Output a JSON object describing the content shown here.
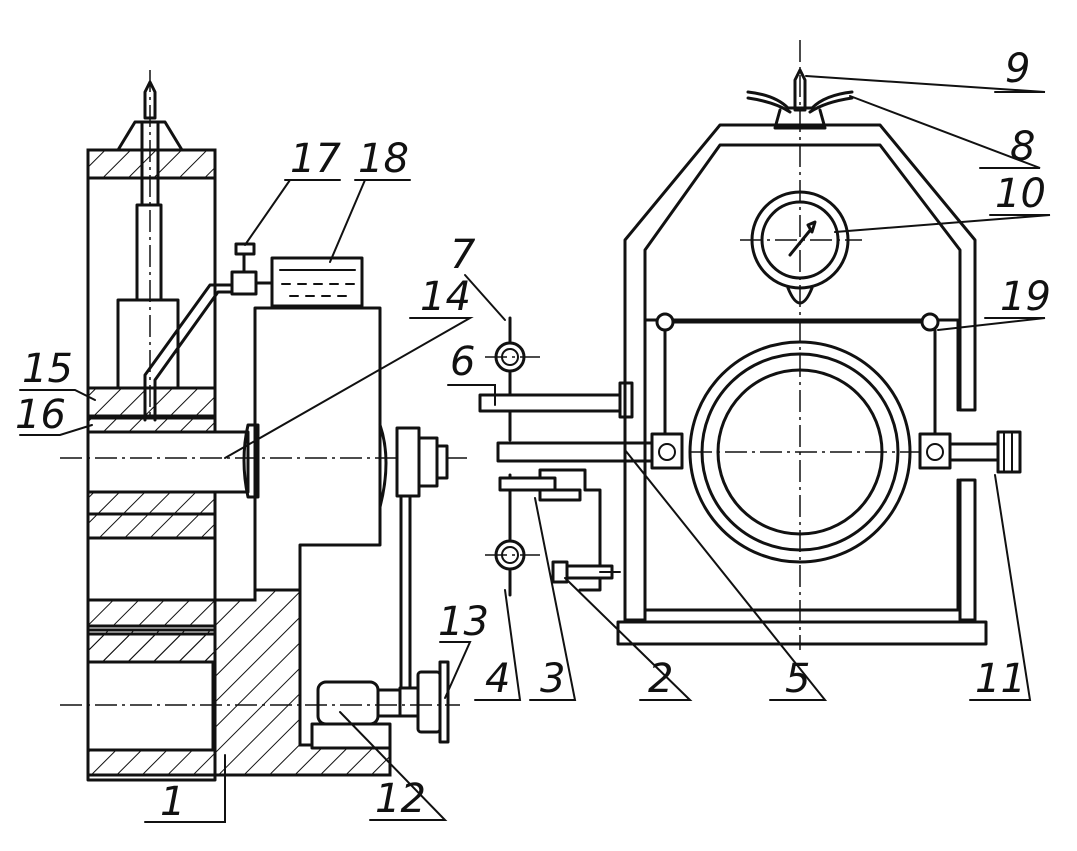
{
  "labels": {
    "l1": "1",
    "l2": "2",
    "l3": "3",
    "l4": "4",
    "l5": "5",
    "l6": "6",
    "l7": "7",
    "l8": "8",
    "l9": "9",
    "l10": "10",
    "l11": "11",
    "l12": "12",
    "l13": "13",
    "l14": "14",
    "l15": "15",
    "l16": "16",
    "l17": "17",
    "l18": "18",
    "l19": "19"
  },
  "colors": {
    "ink": "#111111",
    "paper": "#ffffff"
  }
}
